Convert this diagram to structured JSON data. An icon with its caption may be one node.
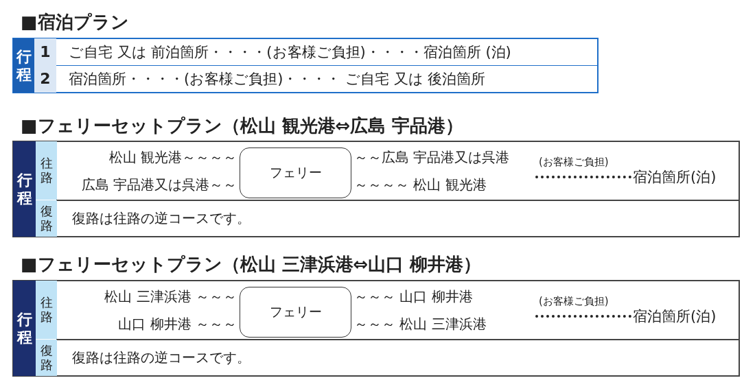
{
  "diagram": {
    "nodes": [
      {
        "text": [
          "フェリー"
        ]
      },
      {
        "text": [
          "フェリー"
        ]
      }
    ],
    "labels": [
      "■宿泊プラン",
      "行程",
      "1",
      "ご自宅 又は 前泊箇所・・・・(お客様ご負担)・・・・宿泊箇所 (泊)",
      "2",
      "宿泊箇所・・・・(お客様ご負担)・・・・ ご自宅 又は 後泊箇所",
      "■フェリーセットプラン（松山 観光港⇔広島 宇品港）",
      "行程",
      "往路",
      "松山 観光港～～～～",
      "広島 宇品港又は呉港～～",
      "～～広島 宇品港又は呉港",
      "～～～～ 松山 観光港",
      "(お客様ご負担)",
      "宿泊箇所(泊)",
      "復路",
      "復路は往路の逆コースです。",
      "■フェリーセットプラン（松山 三津浜港⇔山口 柳井港）",
      "行程",
      "往路",
      "松山 三津浜港 ～～～",
      "山口 柳井港 ～～～",
      "～～～ 山口 柳井港",
      "～～～ 松山 三津浜港",
      "(お客様ご負担)",
      "宿泊箇所(泊)",
      "復路",
      "復路は往路の逆コースです。"
    ]
  }
}
